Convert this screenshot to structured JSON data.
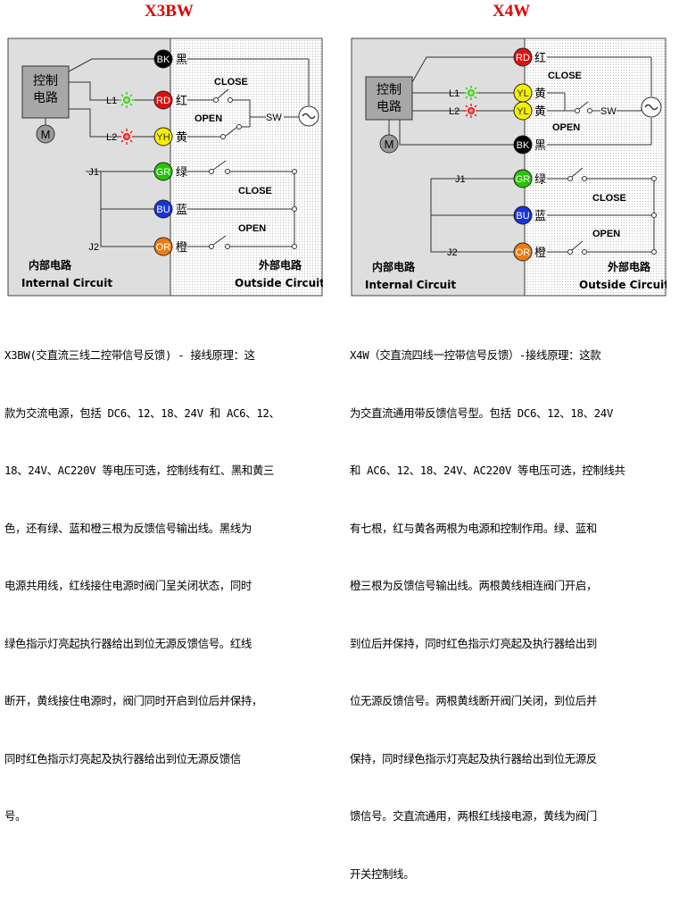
{
  "left": {
    "title": "X3BW",
    "controller": [
      "控制",
      "电路"
    ],
    "motor": "M",
    "lamps": [
      "L1",
      "L2"
    ],
    "terminals": [
      {
        "code": "BK",
        "name": "黑",
        "color": "#000000"
      },
      {
        "code": "RD",
        "name": "红",
        "color": "#e11010"
      },
      {
        "code": "YH",
        "name": "黄",
        "color": "#f5ef00"
      },
      {
        "code": "GR",
        "name": "绿",
        "color": "#26c300"
      },
      {
        "code": "BU",
        "name": "蓝",
        "color": "#1833d6"
      },
      {
        "code": "OR",
        "name": "橙",
        "color": "#f07a10"
      }
    ],
    "j_labels": [
      "J1",
      "J2"
    ],
    "close": "CLOSE",
    "open": "OPEN",
    "sw": "SW",
    "close2": "CLOSE",
    "open2": "OPEN",
    "internal_cn": "内部电路",
    "internal_en": "Internal Circuit",
    "outside_cn": "外部电路",
    "outside_en": "Outside Circuit",
    "description": [
      "X3BW(交直流三线二控带信号反馈) - 接线原理：这",
      "款为交流电源，包括 DC6、12、18、24V 和 AC6、12、",
      "18、24V、AC220V 等电压可选，控制线有红、黑和黄三",
      "色，还有绿、蓝和橙三根为反馈信号输出线。黑线为",
      "电源共用线，红线接住电源时阀门呈关闭状态，同时",
      "绿色指示灯亮起执行器给出到位无源反馈信号。红线",
      "断开，黄线接住电源时，阀门同时开启到位后并保持，",
      "同时红色指示灯亮起及执行器给出到位无源反馈信",
      "号。"
    ]
  },
  "right": {
    "title": "X4W",
    "controller": [
      "控制",
      "电路"
    ],
    "motor": "M",
    "lamps": [
      "L1",
      "L2"
    ],
    "terminals": [
      {
        "code": "RD",
        "name": "红",
        "color": "#e11010"
      },
      {
        "code": "YL",
        "name": "黄",
        "color": "#f5ef00"
      },
      {
        "code": "YL",
        "name": "黄",
        "color": "#f5ef00"
      },
      {
        "code": "BK",
        "name": "黑",
        "color": "#000000"
      },
      {
        "code": "GR",
        "name": "绿",
        "color": "#26c300"
      },
      {
        "code": "BU",
        "name": "蓝",
        "color": "#1833d6"
      },
      {
        "code": "OR",
        "name": "橙",
        "color": "#f07a10"
      }
    ],
    "j_labels": [
      "J1",
      "J2"
    ],
    "close": "CLOSE",
    "open": "OPEN",
    "sw": "SW",
    "close2": "CLOSE",
    "open2": "OPEN",
    "internal_cn": "内部电路",
    "internal_en": "Internal Circuit",
    "outside_cn": "外部电路",
    "outside_en": "Outside Circuit",
    "description": [
      "X4W（交直流四线一控带信号反馈）-接线原理：这款",
      "为交直流通用带反馈信号型。包括 DC6、12、18、24V",
      "和 AC6、12、18、24V、AC220V 等电压可选，控制线共",
      "有七根，红与黄各两根为电源和控制作用。绿、蓝和",
      "橙三根为反馈信号输出线。两根黄线相连阀门开启，",
      "到位后并保持，同时红色指示灯亮起及执行器给出到",
      "位无源反馈信号。两根黄线断开阀门关闭，到位后并",
      "保持，同时绿色指示灯亮起及执行器给出到位无源反",
      "馈信号。交直流通用，两根红线接电源，黄线为阀门",
      "开关控制线。"
    ]
  }
}
